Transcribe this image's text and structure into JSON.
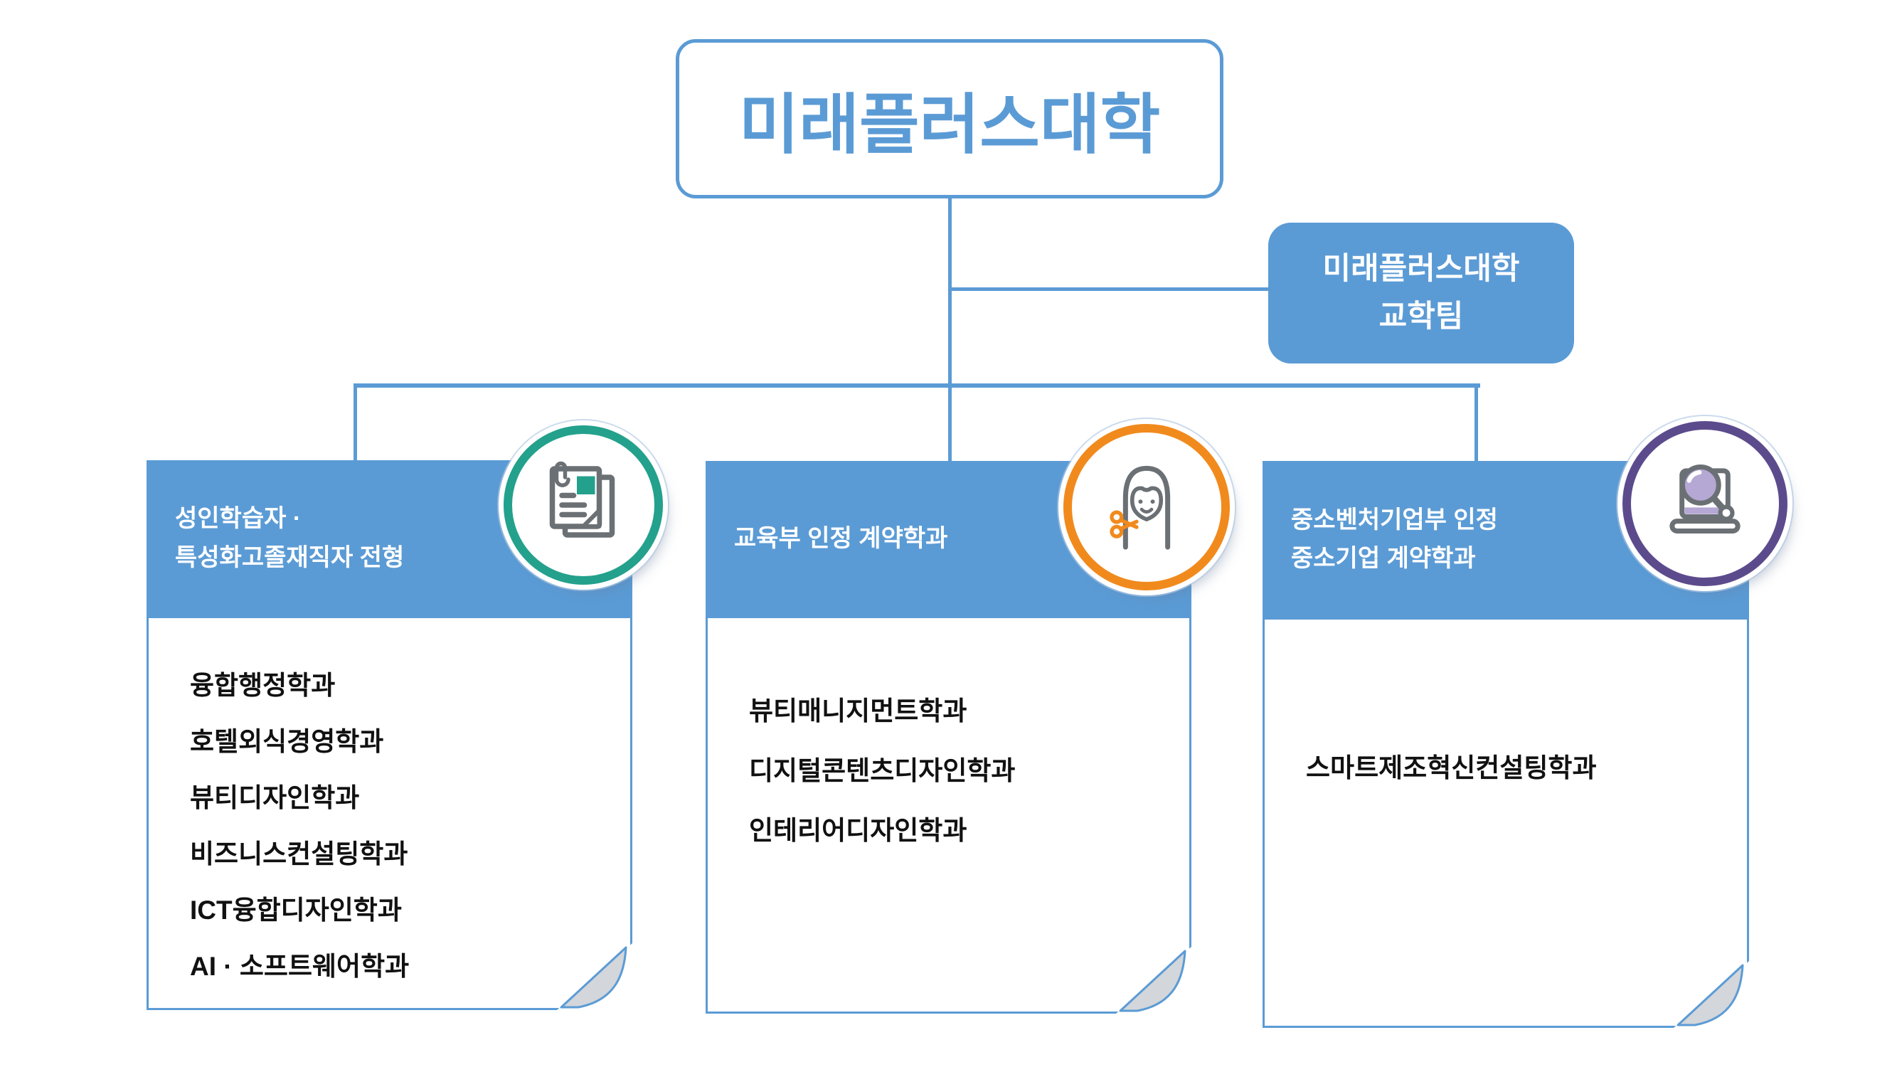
{
  "university": {
    "title": "미래플러스대학"
  },
  "team_box": {
    "lines": [
      "미래플러스대학",
      "교학팀"
    ]
  },
  "columns": [
    {
      "header_lines": [
        "성인학습자 ·",
        "특성화고졸재직자 전형"
      ],
      "icon": "document-clip-icon",
      "accent_color": "#23A18C",
      "departments": [
        "융합행정학과",
        "호텔외식경영학과",
        "뷰티디자인학과",
        "비즈니스컨설팅학과",
        "ICT융합디자인학과",
        "AI · 소프트웨어학과"
      ]
    },
    {
      "header_lines": [
        "교육부 인정 계약학과"
      ],
      "icon": "beauty-face-scissors-icon",
      "accent_color": "#F18A1D",
      "departments": [
        "뷰티매니지먼트학과",
        "디지털콘텐츠디자인학과",
        "인테리어디자인학과"
      ]
    },
    {
      "header_lines": [
        "중소벤처기업부 인정",
        "중소기업 계약학과"
      ],
      "icon": "laptop-magnifier-icon",
      "accent_color": "#5C4B8C",
      "departments": [
        "스마트제조혁신컨설팅학과"
      ]
    }
  ],
  "colors": {
    "primary_blue": "#5B9BD5",
    "teal": "#23A18C",
    "orange": "#F18A1D",
    "purple": "#5C4B8C",
    "icon_gray": "#6B7075",
    "lens_purple": "#B5A8D4",
    "fold_gray": "#D3D6DA",
    "text_black": "#111111"
  }
}
